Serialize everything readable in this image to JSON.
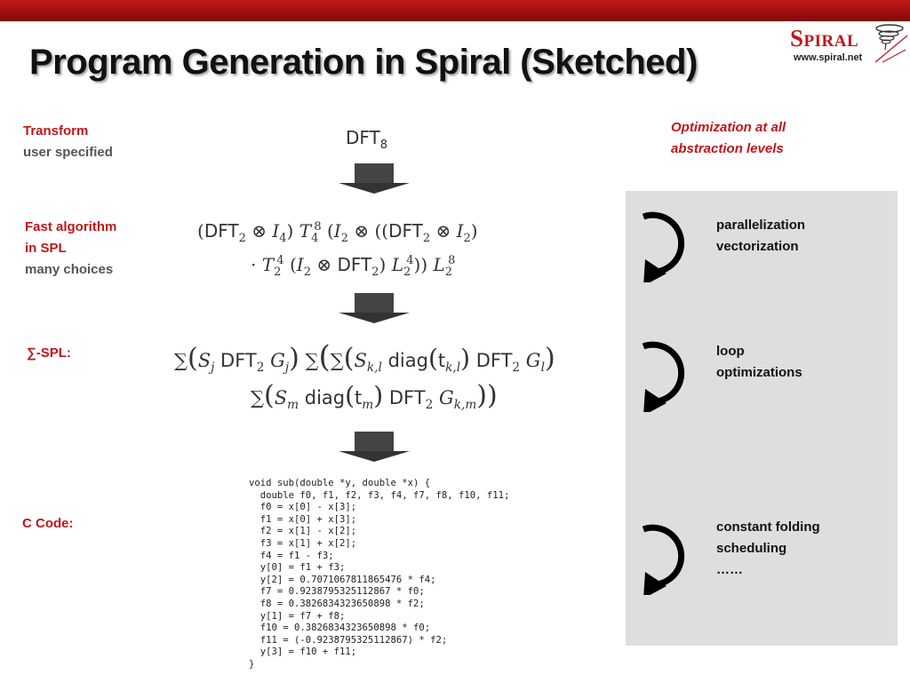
{
  "slide": {
    "title": "Program Generation in Spiral (Sketched)",
    "accent_color": "#c0161a",
    "topbar_color": "#a3100f"
  },
  "logo": {
    "wordmark": "Spiral",
    "url": "www.spiral.net",
    "icon": "spiral-vortex-icon"
  },
  "stages": {
    "transform": {
      "title": "Transform",
      "subtitle": "user specified",
      "formula": "DFT",
      "formula_sub": "8"
    },
    "fast_algorithm": {
      "title_line1": "Fast algorithm",
      "title_line2": "in SPL",
      "subtitle": "many choices"
    },
    "sigma_spl": {
      "title": "∑-SPL:"
    },
    "c_code": {
      "title": "C Code:"
    }
  },
  "c_code": [
    "void sub(double *y, double *x) {",
    "  double f0, f1, f2, f3, f4, f7, f8, f10, f11;",
    "  f0 = x[0] - x[3];",
    "  f1 = x[0] + x[3];",
    "  f2 = x[1] - x[2];",
    "  f3 = x[1] + x[2];",
    "  f4 = f1 - f3;",
    "  y[0] = f1 + f3;",
    "  y[2] = 0.7071067811865476 * f4;",
    "  f7 = 0.9238795325112867 * f0;",
    "  f8 = 0.3826834323650898 * f2;",
    "  y[1] = f7 + f8;",
    "  f10 = 0.3826834323650898 * f0;",
    "  f11 = (-0.9238795325112867) * f2;",
    "  y[3] = f10 + f11;",
    "}"
  ],
  "optimization": {
    "title_line1": "Optimization at all",
    "title_line2": "abstraction levels",
    "panel_color": "#dedede",
    "groups": [
      {
        "icon": "loop-arrow-icon",
        "line1": "parallelization",
        "line2": "vectorization"
      },
      {
        "icon": "loop-arrow-icon",
        "line1": "loop",
        "line2": "optimizations"
      },
      {
        "icon": "loop-arrow-icon",
        "line1": "constant folding",
        "line2": "scheduling",
        "line3": "……"
      }
    ]
  }
}
